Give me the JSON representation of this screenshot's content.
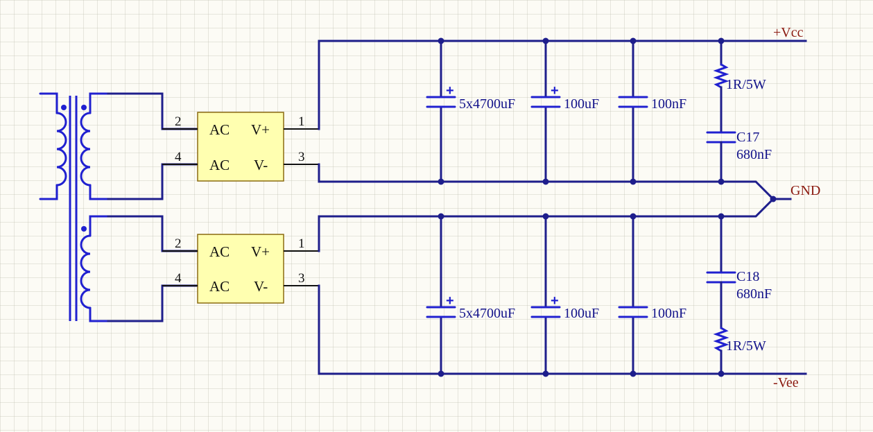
{
  "colors": {
    "wire": "#1e1e8c",
    "component": "#2020d0",
    "net_label": "#8b1a10",
    "bridge_body": "#ffffb0",
    "background": "#fcfbf5"
  },
  "nets": {
    "vcc": "+Vcc",
    "gnd": "GND",
    "vee": "-Vee"
  },
  "bridges": [
    {
      "pin_ac1": "2",
      "pin_ac2": "4",
      "pin_vp": "1",
      "pin_vm": "3",
      "label_ac1": "AC",
      "label_ac2": "AC",
      "label_vp": "V+",
      "label_vm": "V-"
    },
    {
      "pin_ac1": "2",
      "pin_ac2": "4",
      "pin_vp": "1",
      "pin_vm": "3",
      "label_ac1": "AC",
      "label_ac2": "AC",
      "label_vp": "V+",
      "label_vm": "V-"
    }
  ],
  "top_rail": {
    "cap1": "5x4700uF",
    "cap2": "100uF",
    "cap3": "100nF",
    "resistor": "1R/5W",
    "snubber_ref": "C17",
    "snubber_value": "680nF"
  },
  "bottom_rail": {
    "cap1": "5x4700uF",
    "cap2": "100uF",
    "cap3": "100nF",
    "resistor": "1R/5W",
    "snubber_ref": "C18",
    "snubber_value": "680nF"
  },
  "polarity_mark": "+"
}
